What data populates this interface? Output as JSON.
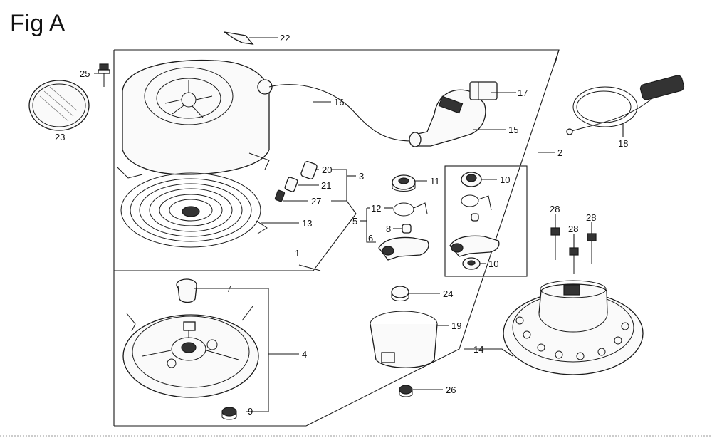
{
  "figure": {
    "title": "Fig A",
    "labels": {
      "l1": "1",
      "l2": "2",
      "l3": "3",
      "l4": "4",
      "l5": "5",
      "l6": "6",
      "l7": "7",
      "l8": "8",
      "l9": "9",
      "l10a": "10",
      "l10b": "10",
      "l11": "11",
      "l12": "12",
      "l13": "13",
      "l14": "14",
      "l15": "15",
      "l16": "16",
      "l17": "17",
      "l18": "18",
      "l19": "19",
      "l20": "20",
      "l21": "21",
      "l22": "22",
      "l23": "23",
      "l24": "24",
      "l25": "25",
      "l26": "26",
      "l27": "27",
      "l28a": "28",
      "l28b": "28",
      "l28c": "28"
    }
  }
}
